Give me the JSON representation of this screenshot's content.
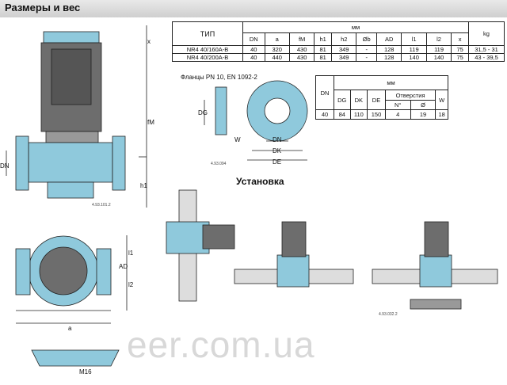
{
  "header": {
    "title": "Размеры и вес"
  },
  "table1": {
    "type_header": "ТИП",
    "mm_header": "мм",
    "kg_header": "kg",
    "columns": [
      "DN",
      "a",
      "fM",
      "h1",
      "h2",
      "Øb",
      "AD",
      "l1",
      "l2",
      "x"
    ],
    "rows": [
      {
        "type": "NR4 40/160A-B",
        "values": [
          "40",
          "320",
          "430",
          "81",
          "349",
          "-",
          "128",
          "119",
          "119",
          "75"
        ],
        "kg": "31,5 - 31"
      },
      {
        "type": "NR4 40/200A-B",
        "values": [
          "40",
          "440",
          "430",
          "81",
          "349",
          "-",
          "128",
          "140",
          "140",
          "75"
        ],
        "kg": "43 - 39,5"
      }
    ]
  },
  "flanges_title": "Фланцы  PN 10, EN 1092-2",
  "table2": {
    "mm_header": "мм",
    "dn_header": "DN",
    "columns": [
      "DG",
      "DK",
      "DE"
    ],
    "holes_header": "Отверстия",
    "holes_sub": [
      "N°",
      "Ø"
    ],
    "w_header": "W",
    "row": {
      "dn": "40",
      "values": [
        "84",
        "110",
        "150"
      ],
      "n": "4",
      "d": "19",
      "w": "18"
    }
  },
  "installation_title": "Установка",
  "labels": {
    "x": "x",
    "fM": "fM",
    "DN": "DN",
    "h1": "h1",
    "l1": "l1",
    "l2": "l2",
    "AD": "AD",
    "a": "a",
    "M16": "M16",
    "DG": "DG",
    "W": "W",
    "DK": "DK",
    "DE": "DE",
    "ref1": "4.93.101.2",
    "ref2": "4.93.094",
    "ref3": "4.93.032.2"
  },
  "watermark": "eer.com.ua",
  "colors": {
    "pump": "#8fc9dc",
    "motor": "#6d6d6d",
    "line": "#222"
  }
}
